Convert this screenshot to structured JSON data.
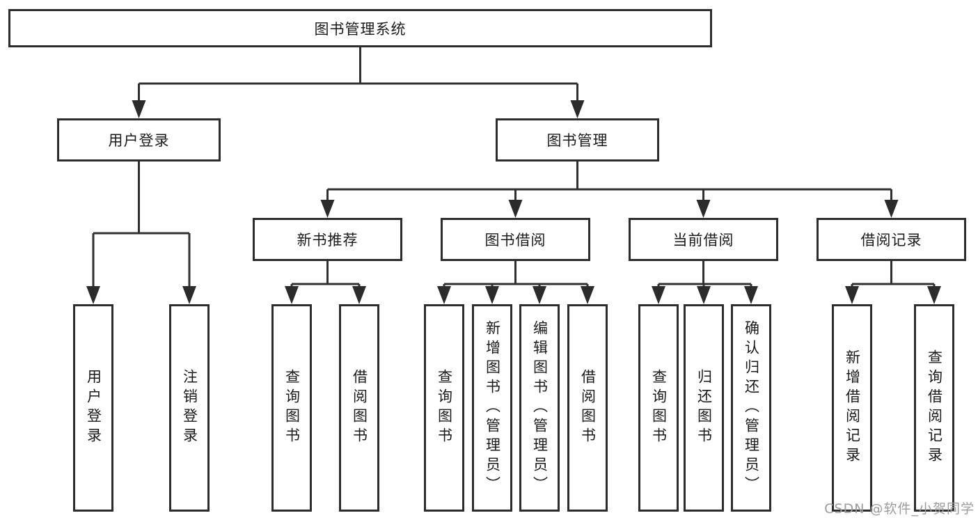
{
  "diagram": {
    "root": {
      "label": "图书管理系统"
    },
    "level2": [
      {
        "label": "用户登录",
        "children": [
          {
            "label": "用户登录"
          },
          {
            "label": "注销登录"
          }
        ]
      },
      {
        "label": "图书管理",
        "children": [
          {
            "label": "新书推荐",
            "children": [
              {
                "label": "查询图书"
              },
              {
                "label": "借阅图书"
              }
            ]
          },
          {
            "label": "图书借阅",
            "children": [
              {
                "label": "查询图书"
              },
              {
                "label": "新增图书（管理员）"
              },
              {
                "label": "编辑图书（管理员）"
              },
              {
                "label": "借阅图书"
              }
            ]
          },
          {
            "label": "当前借阅",
            "children": [
              {
                "label": "查询图书"
              },
              {
                "label": "归还图书"
              },
              {
                "label": "确认归还（管理员）"
              }
            ]
          },
          {
            "label": "借阅记录",
            "children": [
              {
                "label": "新增借阅记录"
              },
              {
                "label": "查询借阅记录"
              }
            ]
          }
        ]
      }
    ]
  },
  "watermark": {
    "text": "CSDN @软件_小贺同学"
  },
  "colors": {
    "line": "#303030",
    "box_border": "#2d2d2d",
    "box_fill": "#ffffff",
    "text": "#1a1a1a",
    "watermark": "#9c9c9c",
    "background": "#ffffff"
  }
}
